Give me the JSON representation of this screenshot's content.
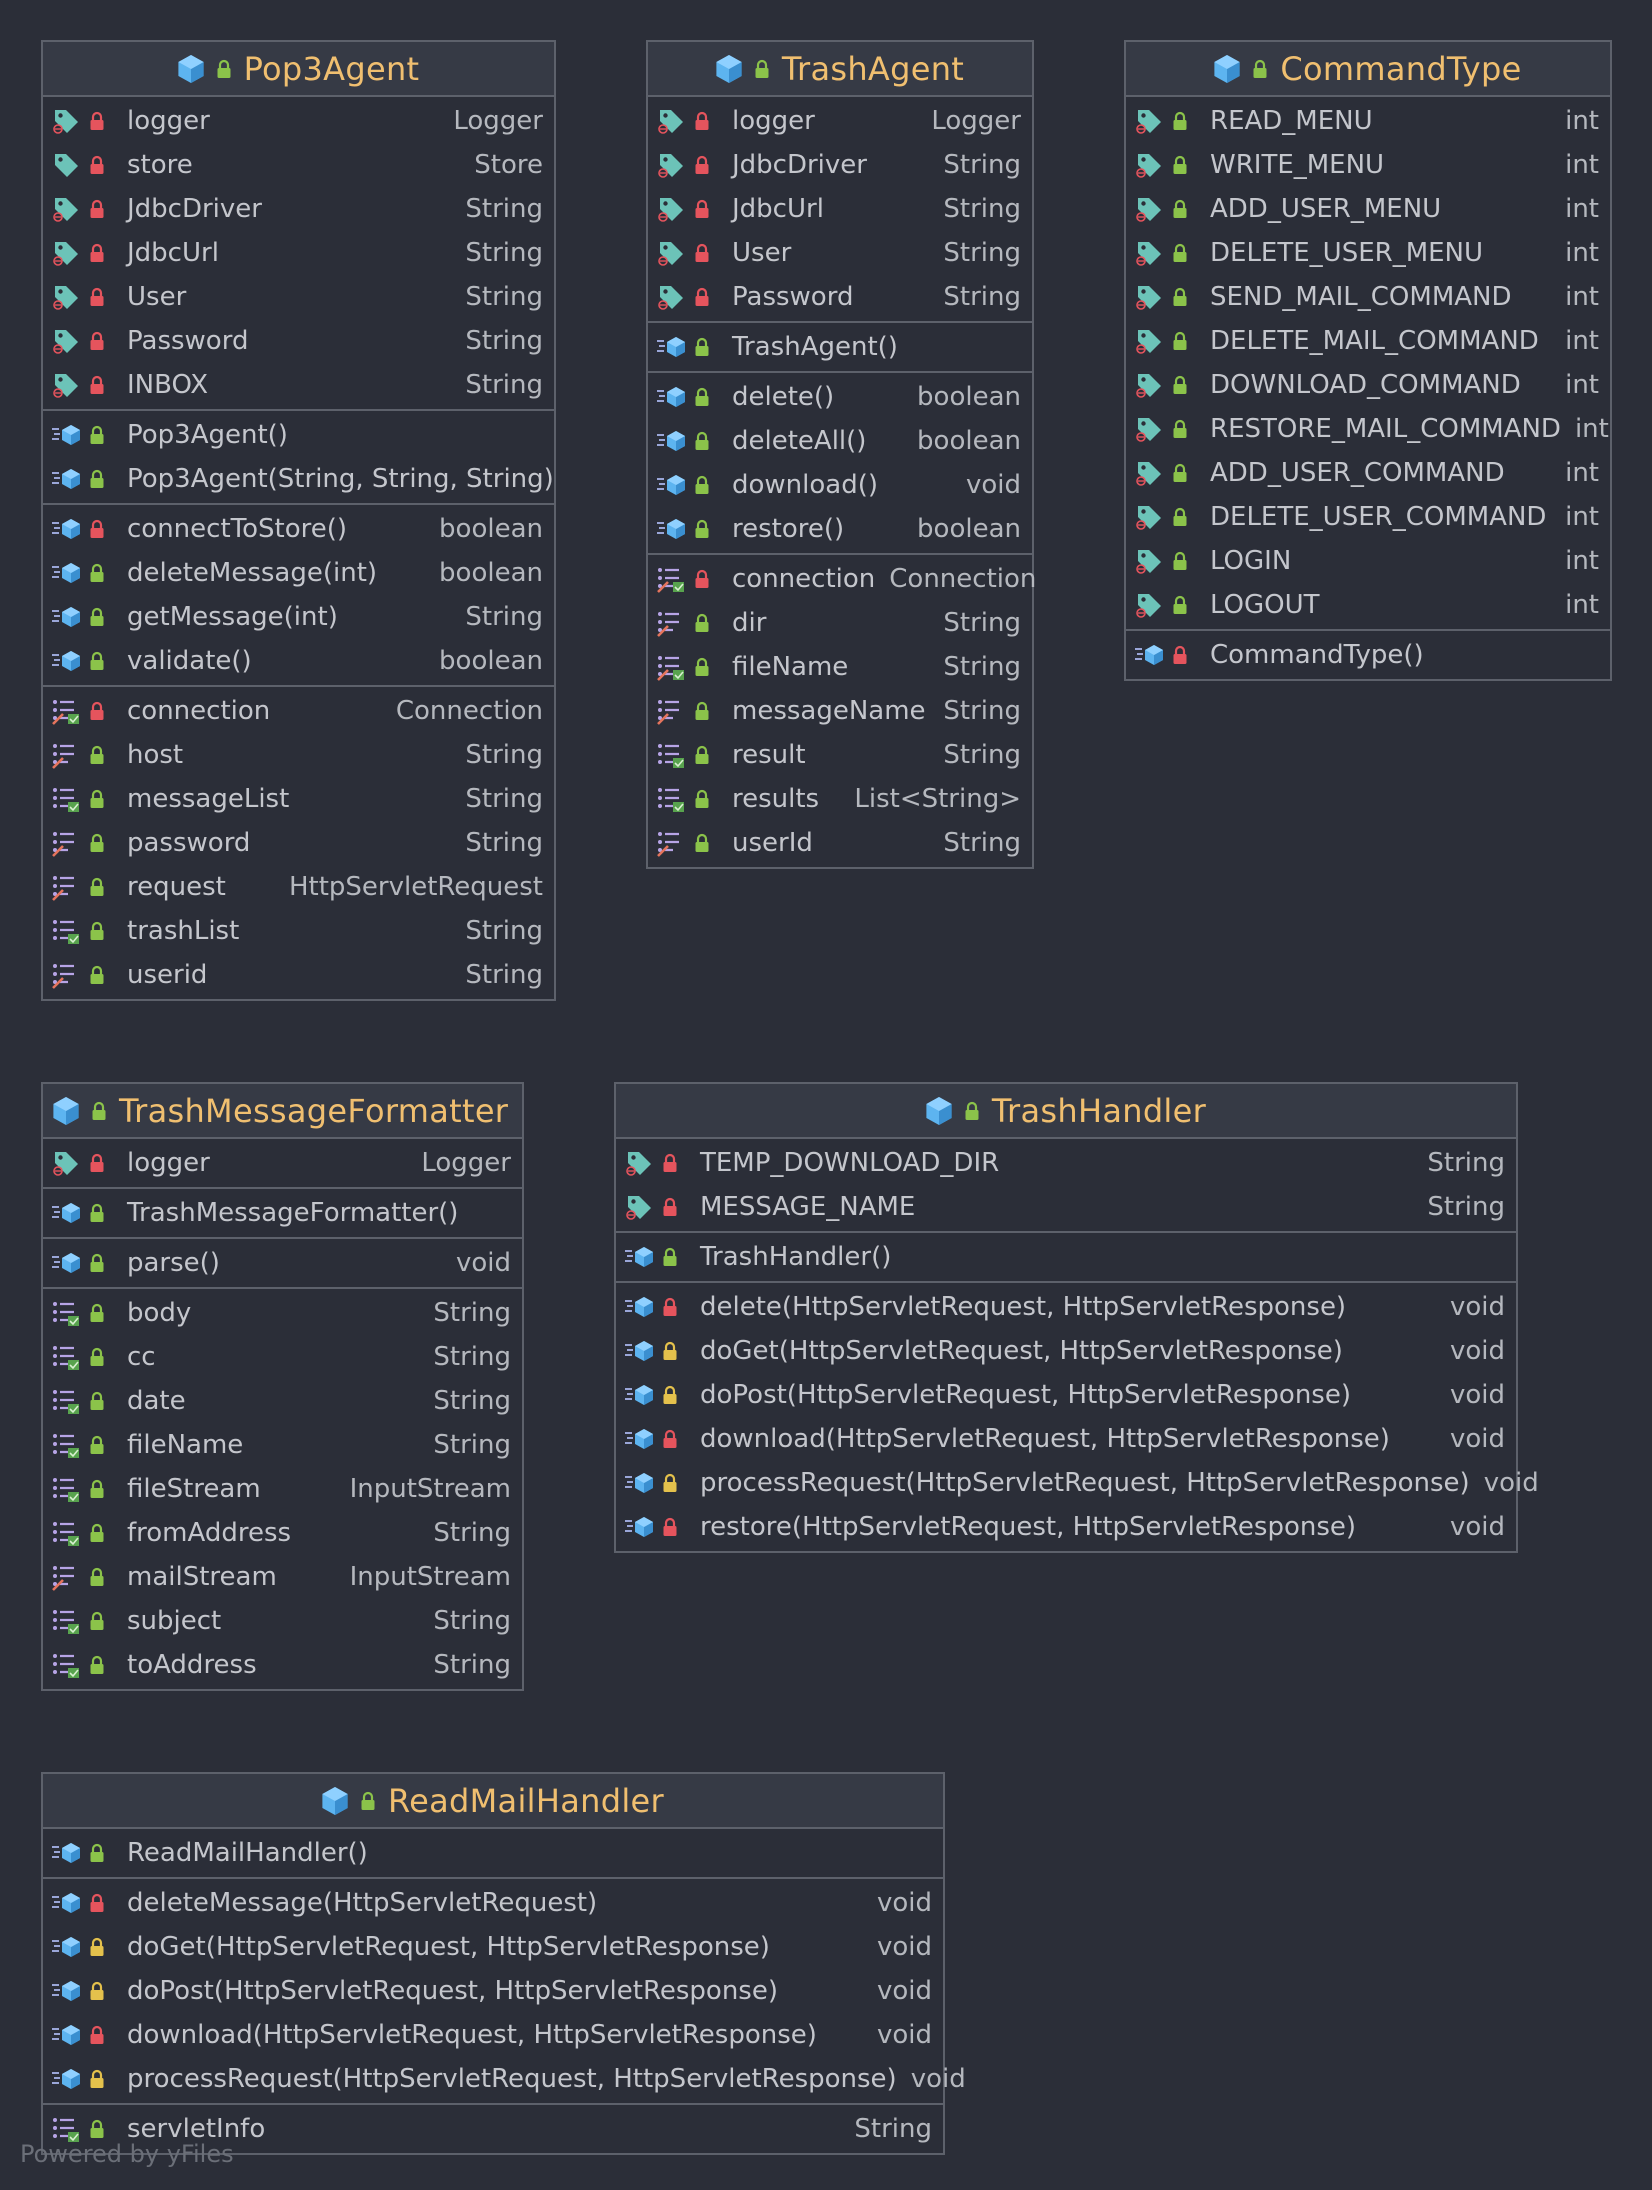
{
  "colors": {
    "background": "#2b2e38",
    "title": "#f0bf70",
    "border": "#5d616b",
    "private_lock": "#e5545d",
    "public_lock": "#8bc34a",
    "protected_lock": "#e4c14c"
  },
  "watermark": "Powered by yFiles",
  "classes": [
    {
      "id": "pop3agent",
      "title": "Pop3Agent",
      "title_lock": "public",
      "sections": [
        [
          {
            "kind": "field-static",
            "lock": "private",
            "name": "logger",
            "type": "Logger"
          },
          {
            "kind": "field",
            "lock": "private",
            "name": "store",
            "type": "Store"
          },
          {
            "kind": "field-static",
            "lock": "private",
            "name": "JdbcDriver",
            "type": "String"
          },
          {
            "kind": "field-static",
            "lock": "private",
            "name": "JdbcUrl",
            "type": "String"
          },
          {
            "kind": "field-static",
            "lock": "private",
            "name": "User",
            "type": "String"
          },
          {
            "kind": "field-static",
            "lock": "private",
            "name": "Password",
            "type": "String"
          },
          {
            "kind": "field-static",
            "lock": "private",
            "name": "INBOX",
            "type": "String"
          }
        ],
        [
          {
            "kind": "method",
            "lock": "public",
            "name": "Pop3Agent()",
            "type": ""
          },
          {
            "kind": "method",
            "lock": "public",
            "name": "Pop3Agent(String, String, String)",
            "type": ""
          }
        ],
        [
          {
            "kind": "method",
            "lock": "private",
            "name": "connectToStore()",
            "type": "boolean"
          },
          {
            "kind": "method",
            "lock": "public",
            "name": "deleteMessage(int)",
            "type": "boolean"
          },
          {
            "kind": "method",
            "lock": "public",
            "name": "getMessage(int)",
            "type": "String"
          },
          {
            "kind": "method",
            "lock": "public",
            "name": "validate()",
            "type": "boolean"
          }
        ],
        [
          {
            "kind": "property-rw",
            "lock": "private",
            "name": "connection",
            "type": "Connection"
          },
          {
            "kind": "property-w",
            "lock": "public",
            "name": "host",
            "type": "String"
          },
          {
            "kind": "property-r",
            "lock": "public",
            "name": "messageList",
            "type": "String"
          },
          {
            "kind": "property-w",
            "lock": "public",
            "name": "password",
            "type": "String"
          },
          {
            "kind": "property-w",
            "lock": "public",
            "name": "request",
            "type": "HttpServletRequest"
          },
          {
            "kind": "property-r",
            "lock": "public",
            "name": "trashList",
            "type": "String"
          },
          {
            "kind": "property-w",
            "lock": "public",
            "name": "userid",
            "type": "String"
          }
        ]
      ]
    },
    {
      "id": "trashagent",
      "title": "TrashAgent",
      "title_lock": "public",
      "sections": [
        [
          {
            "kind": "field-static",
            "lock": "private",
            "name": "logger",
            "type": "Logger"
          },
          {
            "kind": "field-static",
            "lock": "private",
            "name": "JdbcDriver",
            "type": "String"
          },
          {
            "kind": "field-static",
            "lock": "private",
            "name": "JdbcUrl",
            "type": "String"
          },
          {
            "kind": "field-static",
            "lock": "private",
            "name": "User",
            "type": "String"
          },
          {
            "kind": "field-static",
            "lock": "private",
            "name": "Password",
            "type": "String"
          }
        ],
        [
          {
            "kind": "method",
            "lock": "public",
            "name": "TrashAgent()",
            "type": ""
          }
        ],
        [
          {
            "kind": "method",
            "lock": "public",
            "name": "delete()",
            "type": "boolean"
          },
          {
            "kind": "method",
            "lock": "public",
            "name": "deleteAll()",
            "type": "boolean"
          },
          {
            "kind": "method",
            "lock": "public",
            "name": "download()",
            "type": "void"
          },
          {
            "kind": "method",
            "lock": "public",
            "name": "restore()",
            "type": "boolean"
          }
        ],
        [
          {
            "kind": "property-rw",
            "lock": "private",
            "name": "connection",
            "type": "Connection"
          },
          {
            "kind": "property-w",
            "lock": "public",
            "name": "dir",
            "type": "String"
          },
          {
            "kind": "property-rw",
            "lock": "public",
            "name": "fileName",
            "type": "String"
          },
          {
            "kind": "property-w",
            "lock": "public",
            "name": "messageName",
            "type": "String"
          },
          {
            "kind": "property-r",
            "lock": "public",
            "name": "result",
            "type": "String"
          },
          {
            "kind": "property-r",
            "lock": "public",
            "name": "results",
            "type": "List<String>"
          },
          {
            "kind": "property-w",
            "lock": "public",
            "name": "userId",
            "type": "String"
          }
        ]
      ]
    },
    {
      "id": "commandtype",
      "title": "CommandType",
      "title_lock": "public",
      "sections": [
        [
          {
            "kind": "field-static",
            "lock": "public",
            "name": "READ_MENU",
            "type": "int"
          },
          {
            "kind": "field-static",
            "lock": "public",
            "name": "WRITE_MENU",
            "type": "int"
          },
          {
            "kind": "field-static",
            "lock": "public",
            "name": "ADD_USER_MENU",
            "type": "int"
          },
          {
            "kind": "field-static",
            "lock": "public",
            "name": "DELETE_USER_MENU",
            "type": "int"
          },
          {
            "kind": "field-static",
            "lock": "public",
            "name": "SEND_MAIL_COMMAND",
            "type": "int"
          },
          {
            "kind": "field-static",
            "lock": "public",
            "name": "DELETE_MAIL_COMMAND",
            "type": "int"
          },
          {
            "kind": "field-static",
            "lock": "public",
            "name": "DOWNLOAD_COMMAND",
            "type": "int"
          },
          {
            "kind": "field-static",
            "lock": "public",
            "name": "RESTORE_MAIL_COMMAND",
            "type": "int"
          },
          {
            "kind": "field-static",
            "lock": "public",
            "name": "ADD_USER_COMMAND",
            "type": "int"
          },
          {
            "kind": "field-static",
            "lock": "public",
            "name": "DELETE_USER_COMMAND",
            "type": "int"
          },
          {
            "kind": "field-static",
            "lock": "public",
            "name": "LOGIN",
            "type": "int"
          },
          {
            "kind": "field-static",
            "lock": "public",
            "name": "LOGOUT",
            "type": "int"
          }
        ],
        [
          {
            "kind": "method",
            "lock": "private",
            "name": "CommandType()",
            "type": ""
          }
        ]
      ]
    },
    {
      "id": "trashmessageformatter",
      "title": "TrashMessageFormatter",
      "title_lock": "public",
      "sections": [
        [
          {
            "kind": "field-static",
            "lock": "private",
            "name": "logger",
            "type": "Logger"
          }
        ],
        [
          {
            "kind": "method",
            "lock": "public",
            "name": "TrashMessageFormatter()",
            "type": ""
          }
        ],
        [
          {
            "kind": "method",
            "lock": "public",
            "name": "parse()",
            "type": "void"
          }
        ],
        [
          {
            "kind": "property-r",
            "lock": "public",
            "name": "body",
            "type": "String"
          },
          {
            "kind": "property-r",
            "lock": "public",
            "name": "cc",
            "type": "String"
          },
          {
            "kind": "property-r",
            "lock": "public",
            "name": "date",
            "type": "String"
          },
          {
            "kind": "property-r",
            "lock": "public",
            "name": "fileName",
            "type": "String"
          },
          {
            "kind": "property-r",
            "lock": "public",
            "name": "fileStream",
            "type": "InputStream"
          },
          {
            "kind": "property-r",
            "lock": "public",
            "name": "fromAddress",
            "type": "String"
          },
          {
            "kind": "property-w",
            "lock": "public",
            "name": "mailStream",
            "type": "InputStream"
          },
          {
            "kind": "property-r",
            "lock": "public",
            "name": "subject",
            "type": "String"
          },
          {
            "kind": "property-r",
            "lock": "public",
            "name": "toAddress",
            "type": "String"
          }
        ]
      ]
    },
    {
      "id": "trashhandler",
      "title": "TrashHandler",
      "title_lock": "public",
      "sections": [
        [
          {
            "kind": "field-static",
            "lock": "private",
            "name": "TEMP_DOWNLOAD_DIR",
            "type": "String"
          },
          {
            "kind": "field-static",
            "lock": "private",
            "name": "MESSAGE_NAME",
            "type": "String"
          }
        ],
        [
          {
            "kind": "method",
            "lock": "public",
            "name": "TrashHandler()",
            "type": ""
          }
        ],
        [
          {
            "kind": "method",
            "lock": "private",
            "name": "delete(HttpServletRequest, HttpServletResponse)",
            "type": "void"
          },
          {
            "kind": "method",
            "lock": "protected",
            "name": "doGet(HttpServletRequest, HttpServletResponse)",
            "type": "void"
          },
          {
            "kind": "method",
            "lock": "protected",
            "name": "doPost(HttpServletRequest, HttpServletResponse)",
            "type": "void"
          },
          {
            "kind": "method",
            "lock": "private",
            "name": "download(HttpServletRequest, HttpServletResponse)",
            "type": "void"
          },
          {
            "kind": "method",
            "lock": "protected",
            "name": "processRequest(HttpServletRequest, HttpServletResponse)",
            "type": "void"
          },
          {
            "kind": "method",
            "lock": "private",
            "name": "restore(HttpServletRequest, HttpServletResponse)",
            "type": "void"
          }
        ]
      ]
    },
    {
      "id": "readmailhandler",
      "title": "ReadMailHandler",
      "title_lock": "public",
      "sections": [
        [
          {
            "kind": "method",
            "lock": "public",
            "name": "ReadMailHandler()",
            "type": ""
          }
        ],
        [
          {
            "kind": "method",
            "lock": "private",
            "name": "deleteMessage(HttpServletRequest)",
            "type": "void"
          },
          {
            "kind": "method",
            "lock": "protected",
            "name": "doGet(HttpServletRequest, HttpServletResponse)",
            "type": "void"
          },
          {
            "kind": "method",
            "lock": "protected",
            "name": "doPost(HttpServletRequest, HttpServletResponse)",
            "type": "void"
          },
          {
            "kind": "method",
            "lock": "private",
            "name": "download(HttpServletRequest, HttpServletResponse)",
            "type": "void"
          },
          {
            "kind": "method",
            "lock": "protected",
            "name": "processRequest(HttpServletRequest, HttpServletResponse)",
            "type": "void"
          }
        ],
        [
          {
            "kind": "property-r",
            "lock": "public",
            "name": "servletInfo",
            "type": "String"
          }
        ]
      ]
    }
  ]
}
